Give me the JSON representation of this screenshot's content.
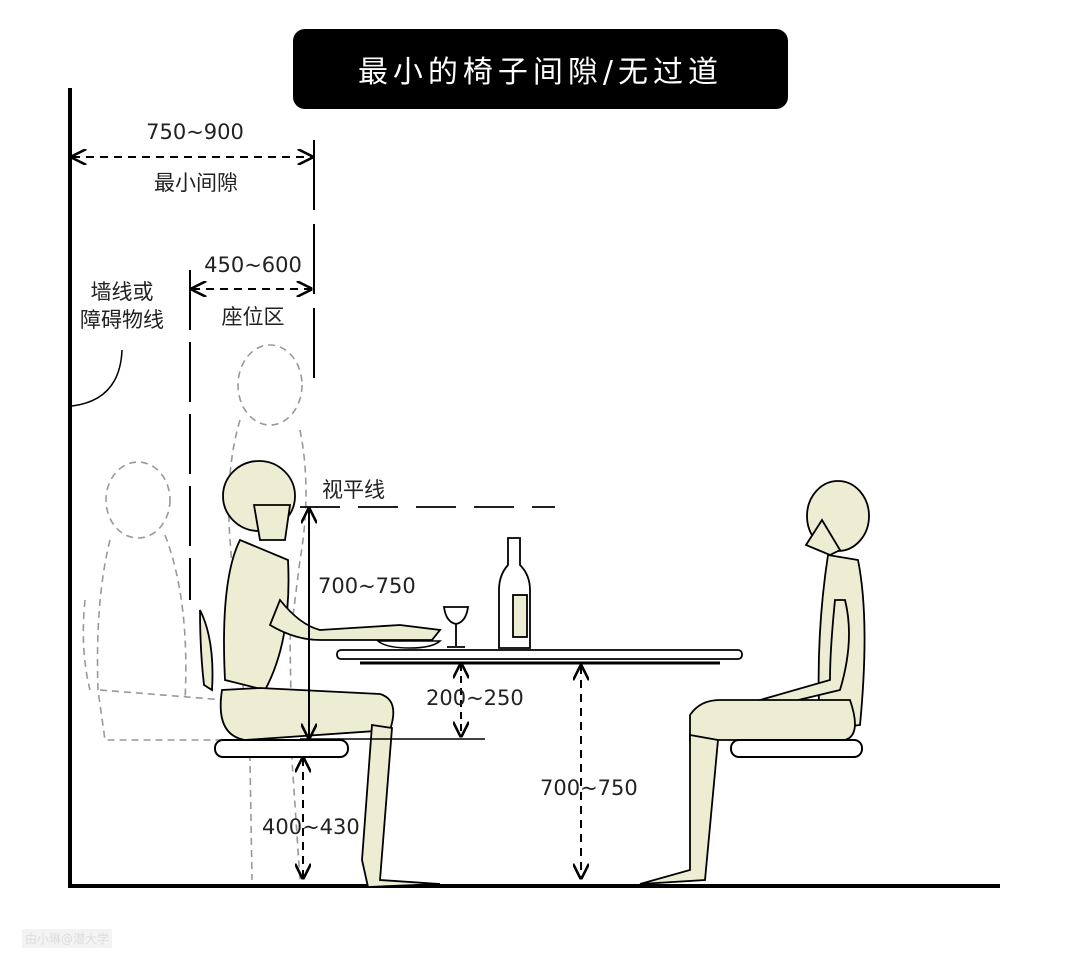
{
  "title": "最小的椅子间隙/无过道",
  "labels": {
    "min_gap_value": "750~900",
    "min_gap_label": "最小间隙",
    "seat_zone_value": "450~600",
    "seat_zone_label": "座位区",
    "wall_line_1": "墙线或",
    "wall_line_2": "障碍物线",
    "eye_level": "视平线",
    "eye_height": "700~750",
    "table_to_seat": "200~250",
    "table_height": "700~750",
    "seat_height": "400~430"
  },
  "watermark": "由小琳@潜大学",
  "colors": {
    "figure_fill": "#ecedd3",
    "title_bg": "#000000"
  }
}
